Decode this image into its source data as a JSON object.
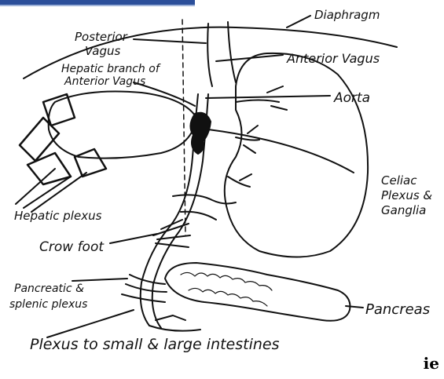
{
  "labels": {
    "diaphragm": "Diaphragm",
    "posterior_vagus": [
      "Posterior",
      "Vagus"
    ],
    "hepatic_branch": [
      "Hepatic branch of",
      "Anterior Vagus"
    ],
    "anterior_vagus": "Anterior Vagus",
    "aorta": "Aorta",
    "celiac": [
      "Celiac",
      "Plexus &",
      "Ganglia"
    ],
    "hepatic_plexus": "Hepatic plexus",
    "crow_foot": "Crow foot",
    "pancreatic_splenic": [
      "Pancreatic &",
      "splenic plexus"
    ],
    "pancreas": "Pancreas",
    "plexus_intestines": "Plexus to small & large intestines",
    "corner_text": "ie"
  },
  "colors": {
    "ink": "#111111",
    "top_banner": "#2b4f9a"
  }
}
